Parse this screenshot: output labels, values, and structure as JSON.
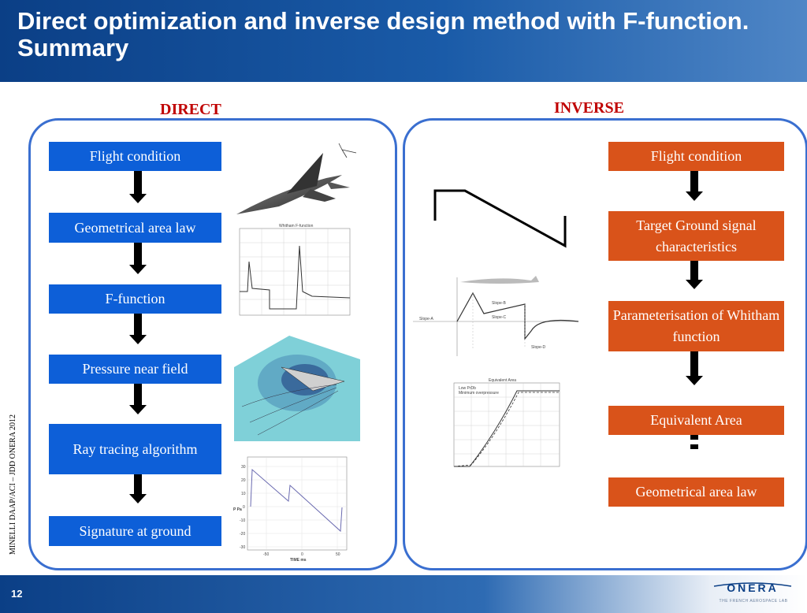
{
  "slide": {
    "title": "Direct optimization and inverse design method with F-function. Summary",
    "page_number": "12",
    "side_credit": "MINELLI DAAP/ACI – JDD ONERA 2012",
    "logo": "ONERA",
    "logo_tagline": "THE FRENCH AEROSPACE LAB"
  },
  "direct": {
    "heading": "DIRECT",
    "steps": [
      "Flight condition",
      "Geometrical area law",
      "F-function",
      "Pressure near field",
      "Ray tracing algorithm",
      "Signature at ground"
    ]
  },
  "inverse": {
    "heading": "INVERSE",
    "steps": [
      "Flight condition",
      "Target Ground signal characteristics",
      "Parameterisation of Whitham function",
      "Equivalent Area",
      "Geometrical area law"
    ]
  },
  "figures": {
    "whitham_title": "Whitham F-function",
    "equiv_title": "Equivalent Area",
    "equiv_legend": [
      "Low PrDb",
      "Minimum overpressure"
    ],
    "signature_xlabel": "TIME ms",
    "signature_ylabel": "P Pa",
    "signature_yticks": [
      "30",
      "20",
      "10",
      "0",
      "-10",
      "-20",
      "-30"
    ],
    "signature_xticks": [
      "-50",
      "0",
      "50"
    ],
    "param_labels": [
      "Slope-A",
      "Slope-B",
      "Slope-C",
      "Slope-D"
    ]
  },
  "colors": {
    "direct_box": "#0d5fd8",
    "inverse_box": "#d9531a",
    "heading": "#c00000",
    "panel_border": "#3a6fd0"
  }
}
